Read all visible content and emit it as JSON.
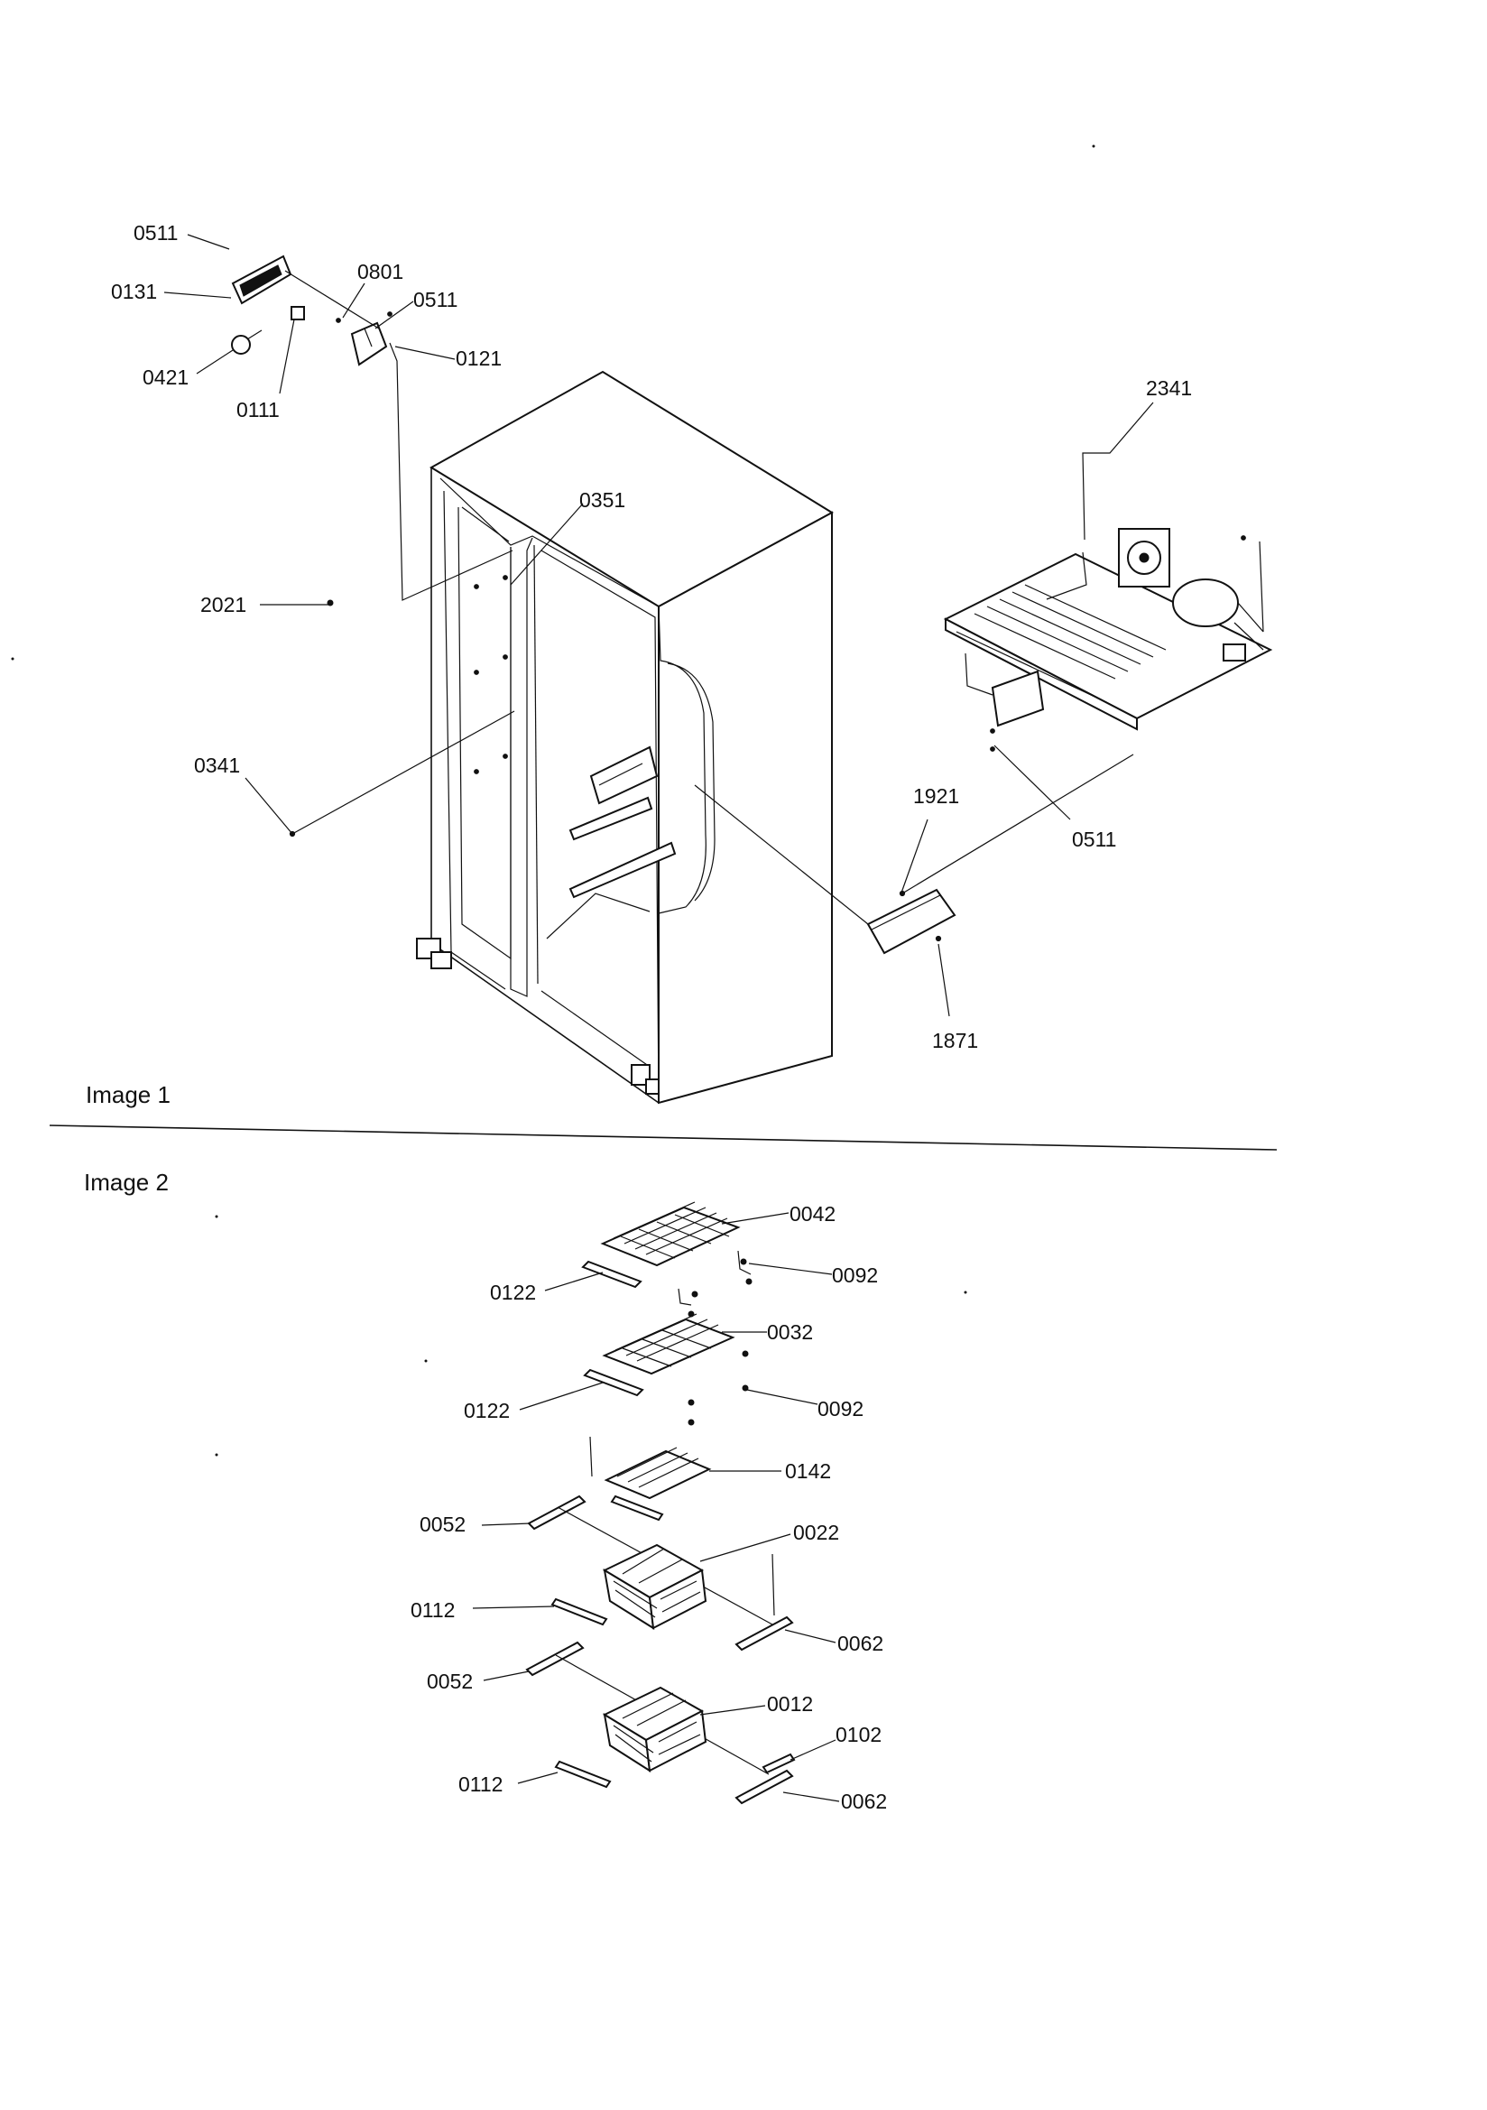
{
  "sections": [
    {
      "title": "Image 1"
    },
    {
      "title": "Image 2"
    }
  ],
  "callouts": [
    {
      "id": "0511"
    },
    {
      "id": "0131"
    },
    {
      "id": "0801"
    },
    {
      "id": "0511"
    },
    {
      "id": "0121"
    },
    {
      "id": "0421"
    },
    {
      "id": "0111"
    },
    {
      "id": "0351"
    },
    {
      "id": "2021"
    },
    {
      "id": "0341"
    },
    {
      "id": "2341"
    },
    {
      "id": "0511"
    },
    {
      "id": "1921"
    },
    {
      "id": "1871"
    },
    {
      "id": "0042"
    },
    {
      "id": "0092"
    },
    {
      "id": "0122"
    },
    {
      "id": "0032"
    },
    {
      "id": "0122"
    },
    {
      "id": "0092"
    },
    {
      "id": "0142"
    },
    {
      "id": "0052"
    },
    {
      "id": "0022"
    },
    {
      "id": "0112"
    },
    {
      "id": "0062"
    },
    {
      "id": "0052"
    },
    {
      "id": "0012"
    },
    {
      "id": "0102"
    },
    {
      "id": "0112"
    },
    {
      "id": "0062"
    }
  ]
}
